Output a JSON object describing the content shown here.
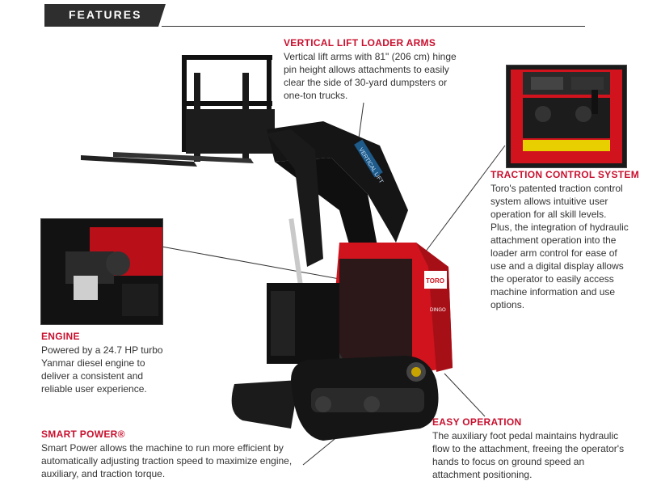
{
  "header": {
    "label": "FEATURES"
  },
  "features": {
    "lift_arms": {
      "title": "VERTICAL LIFT LOADER ARMS",
      "lines": [
        "Vertical lift arms with 81\" (206 cm) hinge",
        "pin height allows attachments to easily",
        "clear the side of 30-yard dumpsters or",
        "one-ton trucks."
      ]
    },
    "traction": {
      "title": "TRACTION CONTROL SYSTEM",
      "lines": [
        "Toro's patented traction control",
        "system allows intuitive user",
        "operation for all skill levels.",
        "Plus, the integration of hydraulic",
        "attachment operation into the",
        "loader arm control for ease of",
        "use and a digital display allows",
        "the operator to easily access",
        "machine information and use",
        "options."
      ]
    },
    "engine": {
      "title": "ENGINE",
      "lines": [
        "Powered by a 24.7 HP turbo",
        "Yanmar diesel engine to",
        "deliver a consistent and",
        "reliable user experience."
      ]
    },
    "smart_power": {
      "title": "SMART POWER®",
      "lines": [
        "Smart Power allows the machine to run more efficient by",
        "automatically adjusting traction speed to maximize engine,",
        "auxiliary, and traction torque."
      ]
    },
    "easy_operation": {
      "title": "EASY OPERATION",
      "lines": [
        "The auxiliary foot pedal maintains hydraulic",
        "flow to the attachment, freeing the operator's",
        "hands to focus on ground speed an",
        "attachment positioning."
      ]
    }
  },
  "machine": {
    "brand": "TORO",
    "arm_decal": "VERTICAL LIFT",
    "model_badge": "DINGO"
  },
  "colors": {
    "accent": "#c8102e",
    "machine_red": "#d0131d",
    "dark": "#2e2e2e"
  }
}
